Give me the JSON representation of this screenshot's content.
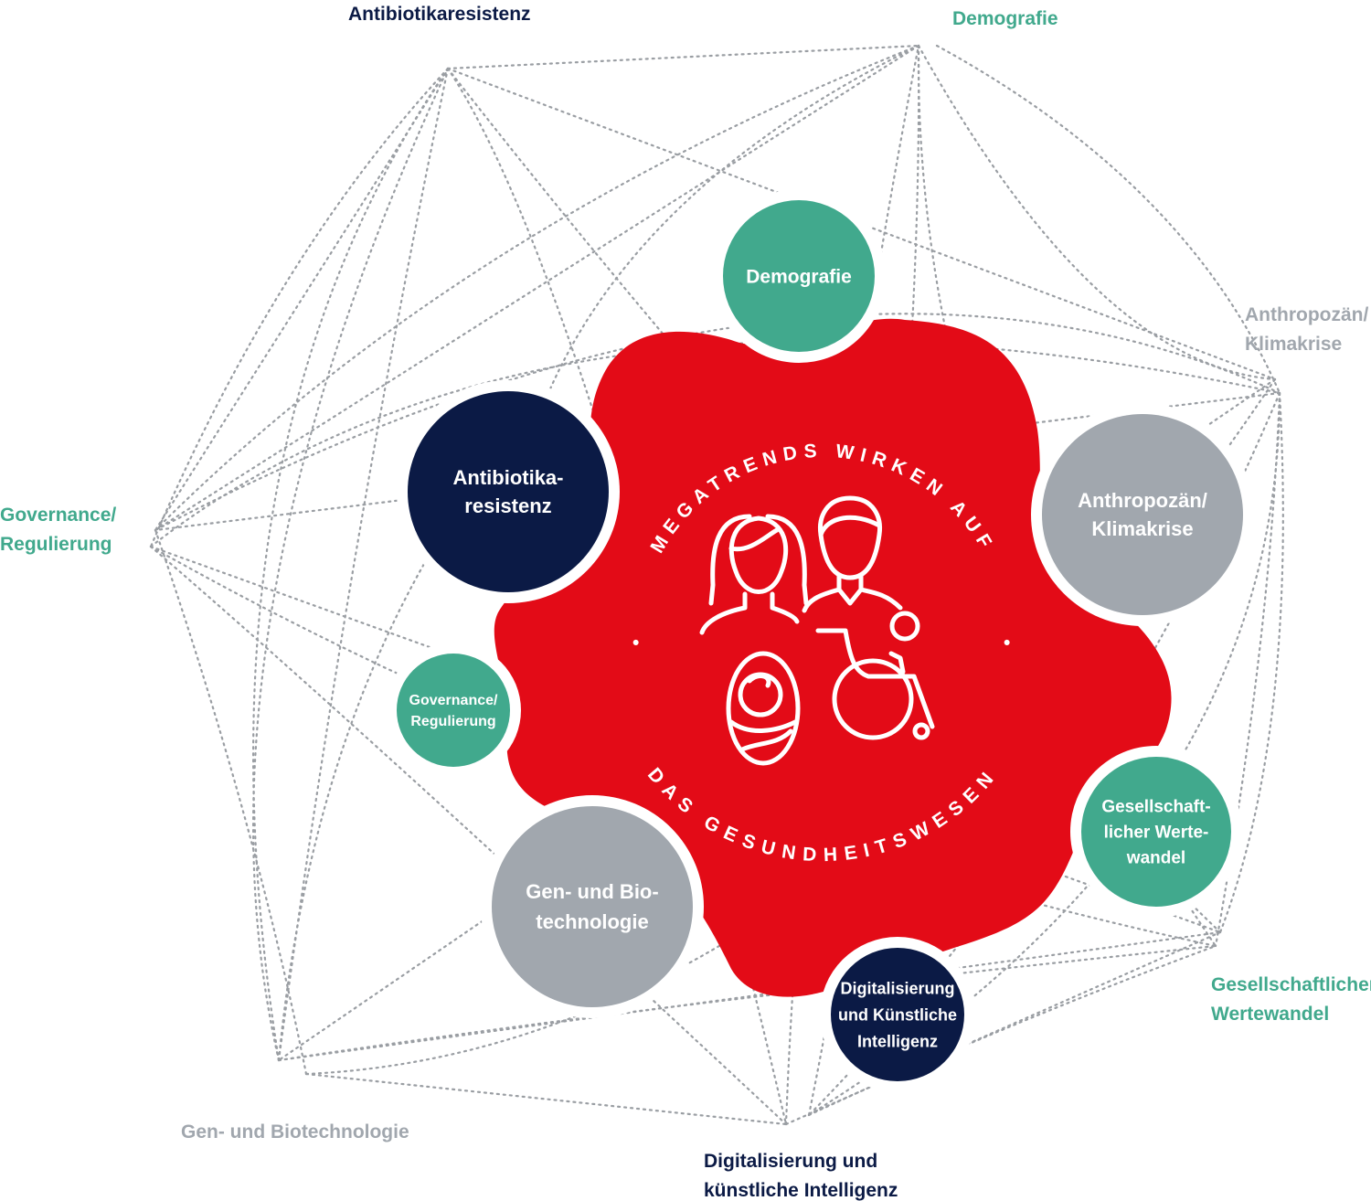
{
  "colors": {
    "red": "#e30b17",
    "teal": "#41a98d",
    "navy": "#0b1a45",
    "grey": "#a1a7ae",
    "outer_grey": "#a1a7ae",
    "line": "#9a9ea3"
  },
  "center": {
    "ring_top": "MEGATRENDS WIRKEN AUF",
    "ring_bottom": "DAS GESUNDHEITSWESEN",
    "separator": "•",
    "icon": "family-people-icon"
  },
  "bubbles": [
    {
      "id": "demografie",
      "lines": [
        "Demografie"
      ],
      "color": "teal"
    },
    {
      "id": "antibiotika",
      "lines": [
        "Antibiotika-",
        "resistenz"
      ],
      "color": "navy"
    },
    {
      "id": "anthropozaen",
      "lines": [
        "Anthropozän/",
        "Klimakrise"
      ],
      "color": "grey"
    },
    {
      "id": "governance",
      "lines": [
        "Governance/",
        "Regulierung"
      ],
      "color": "teal"
    },
    {
      "id": "gesellschaft",
      "lines": [
        "Gesellschaft-",
        "licher Werte-",
        "wandel"
      ],
      "color": "teal"
    },
    {
      "id": "genbio",
      "lines": [
        "Gen- und Bio-",
        "technologie"
      ],
      "color": "grey"
    },
    {
      "id": "digital",
      "lines": [
        "Digitalisierung",
        "und Künstliche",
        "Intelligenz"
      ],
      "color": "navy"
    }
  ],
  "outer_labels": [
    {
      "id": "antibiotika",
      "lines": [
        "Antibiotikaresistenz"
      ],
      "color": "navy"
    },
    {
      "id": "demografie",
      "lines": [
        "Demografie"
      ],
      "color": "teal"
    },
    {
      "id": "anthropozaen",
      "lines": [
        "Anthropozän/",
        "Klimakrise"
      ],
      "color": "outer_grey"
    },
    {
      "id": "governance",
      "lines": [
        "Governance/",
        "Regulierung"
      ],
      "color": "teal"
    },
    {
      "id": "gesellschaft",
      "lines": [
        "Gesellschaftlicher",
        "Wertewandel"
      ],
      "color": "teal"
    },
    {
      "id": "genbio",
      "lines": [
        "Gen- und Biotechnologie"
      ],
      "color": "outer_grey"
    },
    {
      "id": "digital",
      "lines": [
        "Digitalisierung und",
        "künstliche Intelligenz"
      ],
      "color": "navy"
    }
  ]
}
